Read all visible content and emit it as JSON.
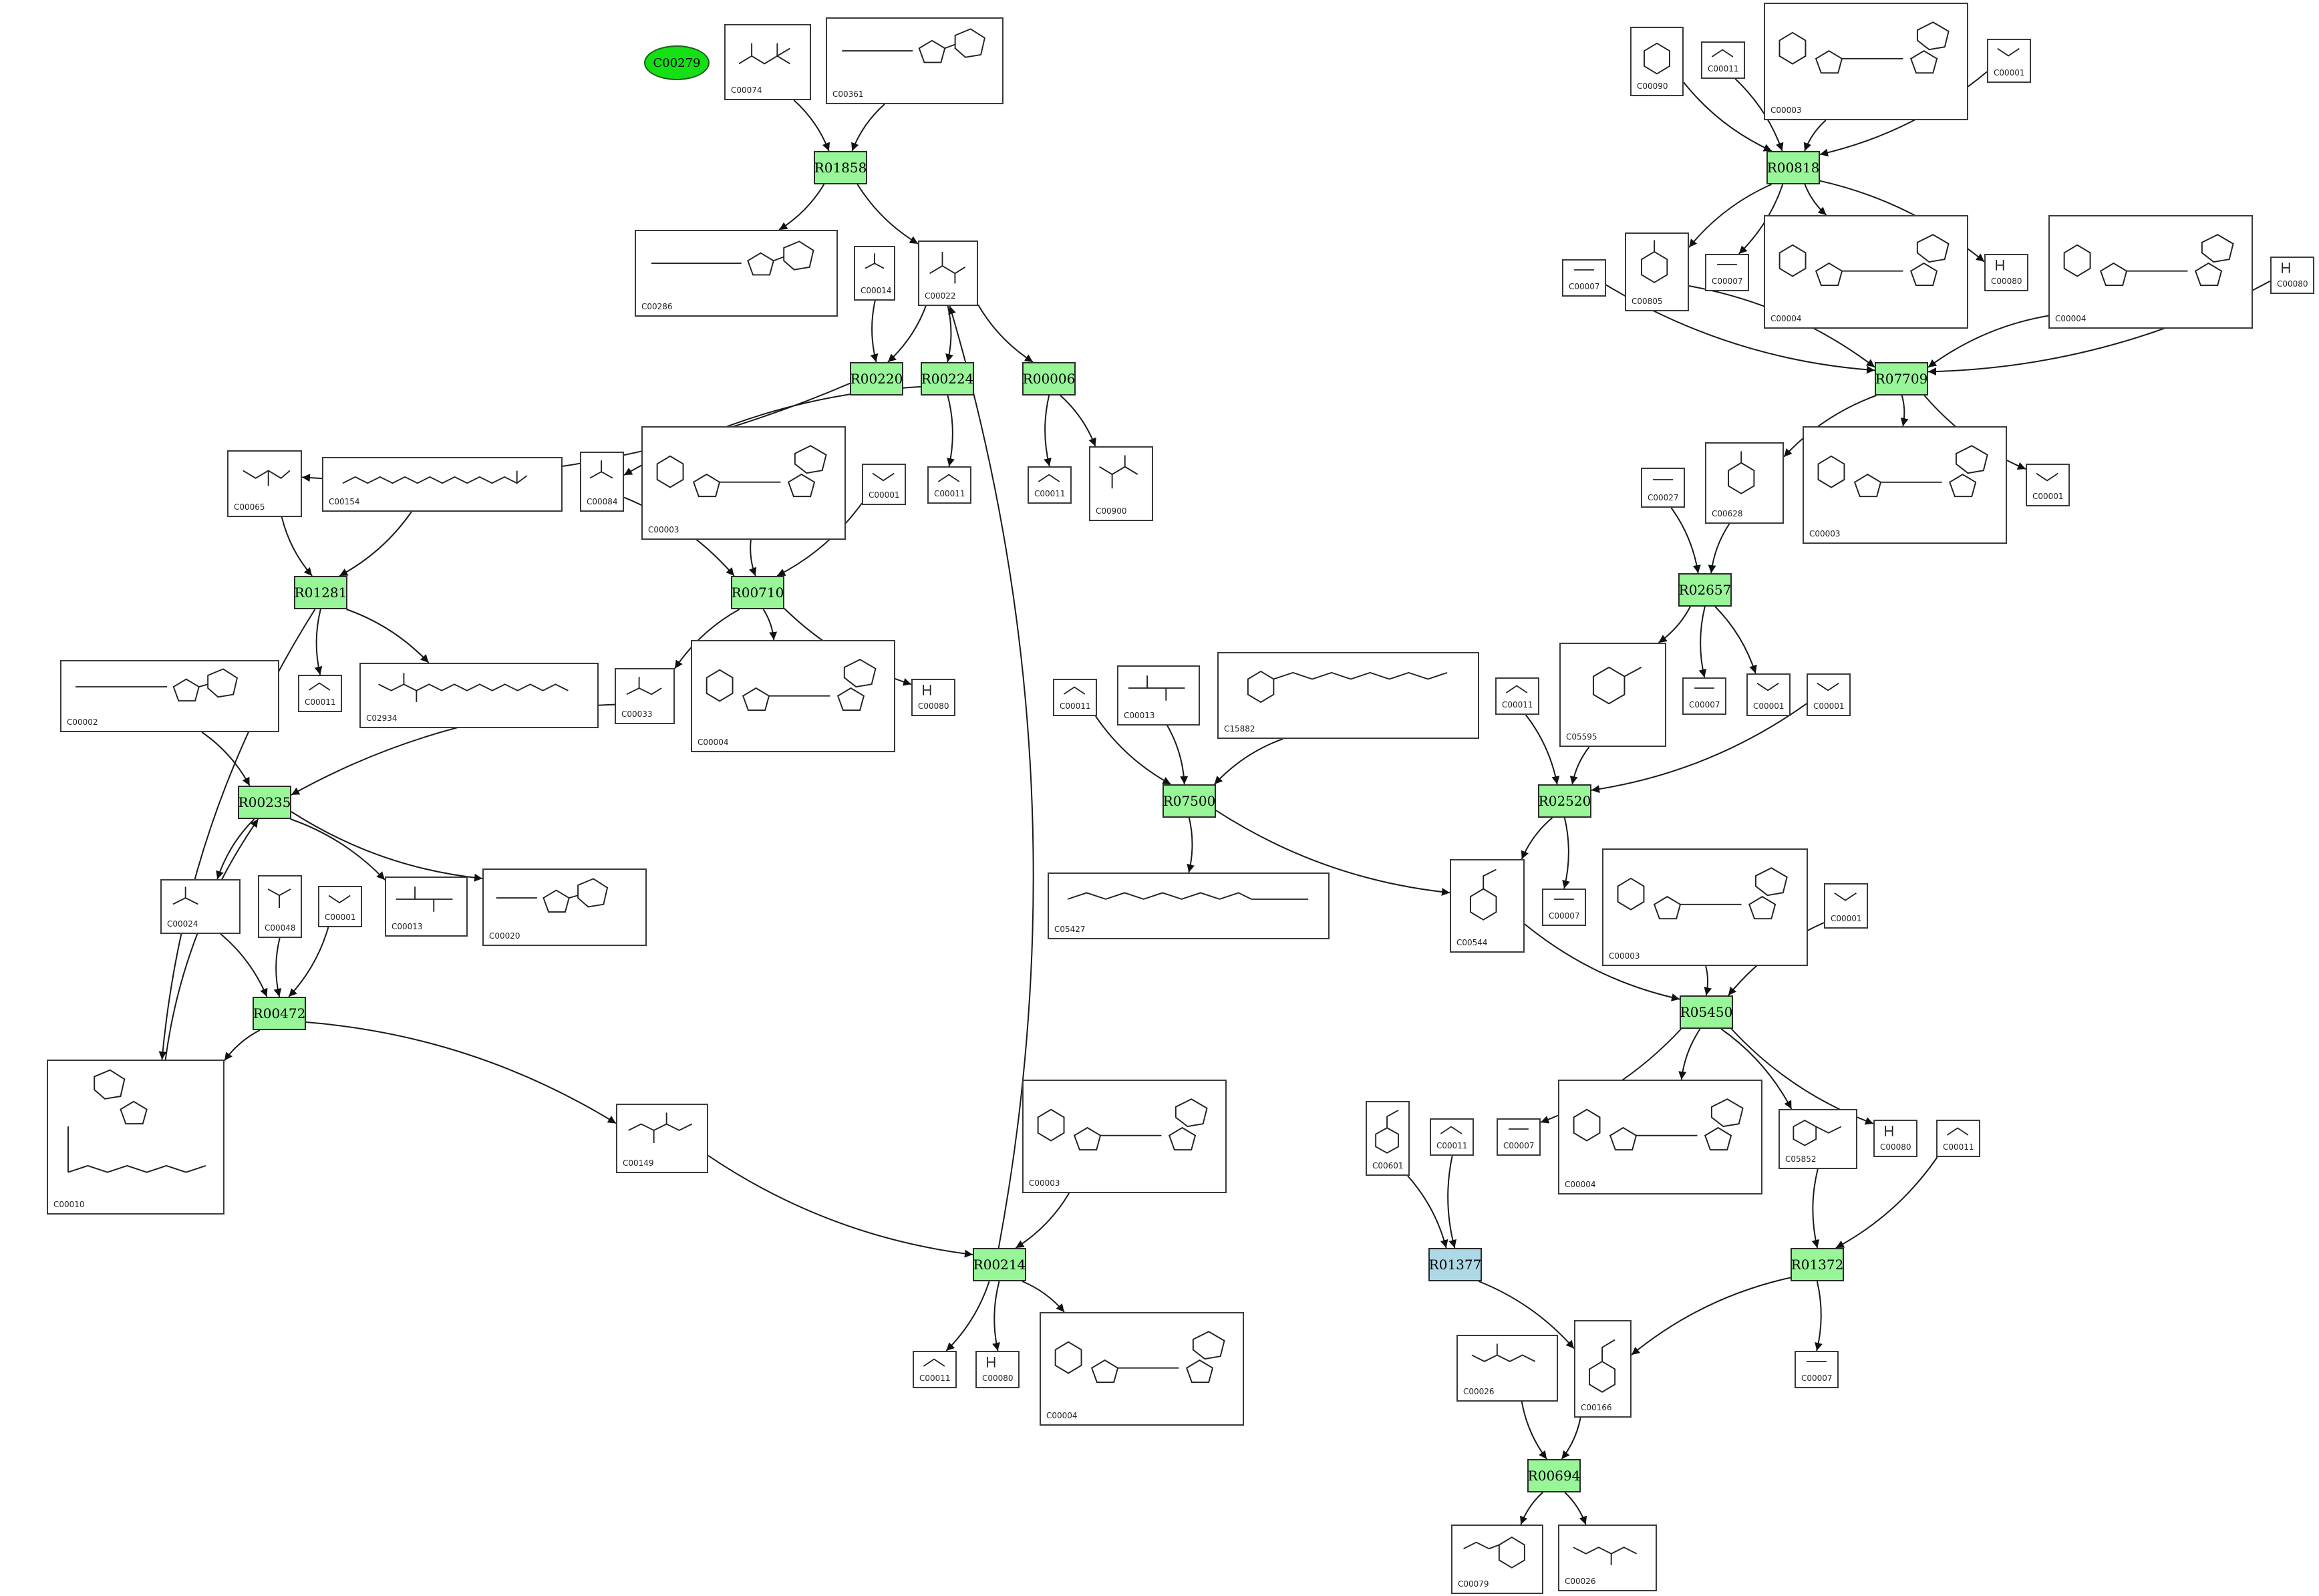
{
  "origin": "C00279",
  "reactions": [
    {
      "id": "R01858",
      "color": "green"
    },
    {
      "id": "R00220",
      "color": "green"
    },
    {
      "id": "R00224",
      "color": "green"
    },
    {
      "id": "R00006",
      "color": "green"
    },
    {
      "id": "R01281",
      "color": "green"
    },
    {
      "id": "R00710",
      "color": "green"
    },
    {
      "id": "R00235",
      "color": "green"
    },
    {
      "id": "R00472",
      "color": "green"
    },
    {
      "id": "R00214",
      "color": "green"
    },
    {
      "id": "R00818",
      "color": "green"
    },
    {
      "id": "R07709",
      "color": "green"
    },
    {
      "id": "R02657",
      "color": "green"
    },
    {
      "id": "R07500",
      "color": "green"
    },
    {
      "id": "R02520",
      "color": "green"
    },
    {
      "id": "R05450",
      "color": "green"
    },
    {
      "id": "R01377",
      "color": "blue"
    },
    {
      "id": "R01372",
      "color": "green"
    },
    {
      "id": "R00694",
      "color": "green"
    }
  ],
  "compounds": [
    {
      "key": "c00074",
      "label": "C00074"
    },
    {
      "key": "c00361",
      "label": "C00361"
    },
    {
      "key": "c00286",
      "label": "C00286"
    },
    {
      "key": "c00014",
      "label": "C00014"
    },
    {
      "key": "c00022",
      "label": "C00022"
    },
    {
      "key": "c00065",
      "label": "C00065"
    },
    {
      "key": "c00154",
      "label": "C00154"
    },
    {
      "key": "c00084",
      "label": "C00084"
    },
    {
      "key": "c00003_a",
      "label": "C00003"
    },
    {
      "key": "c00001_a",
      "label": "C00001"
    },
    {
      "key": "c00011_a",
      "label": "C00011"
    },
    {
      "key": "c00011_b",
      "label": "C00011"
    },
    {
      "key": "c00900",
      "label": "C00900"
    },
    {
      "key": "c00002",
      "label": "C00002"
    },
    {
      "key": "c00011_c",
      "label": "C00011"
    },
    {
      "key": "c02934",
      "label": "C02934"
    },
    {
      "key": "c00033",
      "label": "C00033"
    },
    {
      "key": "c00004_a",
      "label": "C00004"
    },
    {
      "key": "c00080_a",
      "label": "C00080"
    },
    {
      "key": "c00024",
      "label": "C00024"
    },
    {
      "key": "c00048",
      "label": "C00048"
    },
    {
      "key": "c00001_b",
      "label": "C00001"
    },
    {
      "key": "c00013_a",
      "label": "C00013"
    },
    {
      "key": "c00020",
      "label": "C00020"
    },
    {
      "key": "c00010",
      "label": "C00010"
    },
    {
      "key": "c00149",
      "label": "C00149"
    },
    {
      "key": "c00003_b",
      "label": "C00003"
    },
    {
      "key": "c00011_d",
      "label": "C00011"
    },
    {
      "key": "c00080_b",
      "label": "C00080"
    },
    {
      "key": "c00004_b",
      "label": "C00004"
    },
    {
      "key": "c00090",
      "label": "C00090"
    },
    {
      "key": "c00011_e",
      "label": "C00011"
    },
    {
      "key": "c00003_c",
      "label": "C00003"
    },
    {
      "key": "c00001_c",
      "label": "C00001"
    },
    {
      "key": "c00007_a",
      "label": "C00007"
    },
    {
      "key": "c00805",
      "label": "C00805"
    },
    {
      "key": "c00007_b",
      "label": "C00007"
    },
    {
      "key": "c00004_c",
      "label": "C00004"
    },
    {
      "key": "c00080_c",
      "label": "C00080"
    },
    {
      "key": "c00004_d",
      "label": "C00004"
    },
    {
      "key": "c00080_d",
      "label": "C00080"
    },
    {
      "key": "c00027",
      "label": "C00027"
    },
    {
      "key": "c00628",
      "label": "C00628"
    },
    {
      "key": "c00003_d",
      "label": "C00003"
    },
    {
      "key": "c00001_d",
      "label": "C00001"
    },
    {
      "key": "c00011_f",
      "label": "C00011"
    },
    {
      "key": "c00013_b",
      "label": "C00013"
    },
    {
      "key": "c15882",
      "label": "C15882"
    },
    {
      "key": "c05595",
      "label": "C05595"
    },
    {
      "key": "c00007_c",
      "label": "C00007"
    },
    {
      "key": "c00001_e",
      "label": "C00001"
    },
    {
      "key": "c00011_g",
      "label": "C00011"
    },
    {
      "key": "c00001_f",
      "label": "C00001"
    },
    {
      "key": "c05427",
      "label": "C05427"
    },
    {
      "key": "c00544",
      "label": "C00544"
    },
    {
      "key": "c00007_d",
      "label": "C00007"
    },
    {
      "key": "c00003_e",
      "label": "C00003"
    },
    {
      "key": "c00001_g",
      "label": "C00001"
    },
    {
      "key": "c00601",
      "label": "C00601"
    },
    {
      "key": "c00011_h",
      "label": "C00011"
    },
    {
      "key": "c00007_e",
      "label": "C00007"
    },
    {
      "key": "c00004_e",
      "label": "C00004"
    },
    {
      "key": "c05852",
      "label": "C05852"
    },
    {
      "key": "c00080_e",
      "label": "C00080"
    },
    {
      "key": "c00011_i",
      "label": "C00011"
    },
    {
      "key": "c00026",
      "label": "C00026"
    },
    {
      "key": "c00166",
      "label": "C00166"
    },
    {
      "key": "c00007_f",
      "label": "C00007"
    },
    {
      "key": "c00079",
      "label": "C00079"
    },
    {
      "key": "c00026_b",
      "label": "C00026"
    }
  ],
  "edges": [
    [
      "c00074",
      "R01858"
    ],
    [
      "c00361",
      "R01858"
    ],
    [
      "R01858",
      "c00286"
    ],
    [
      "R01858",
      "c00022"
    ],
    [
      "c00022",
      "R00220"
    ],
    [
      "c00014",
      "R00220"
    ],
    [
      "c00022",
      "R00224"
    ],
    [
      "c00022",
      "R00006"
    ],
    [
      "R00220",
      "c00065"
    ],
    [
      "R00224",
      "c00084"
    ],
    [
      "R00224",
      "c00011_a"
    ],
    [
      "R00006",
      "c00011_b"
    ],
    [
      "R00006",
      "c00900"
    ],
    [
      "c00065",
      "R01281"
    ],
    [
      "c00154",
      "R01281"
    ],
    [
      "R01281",
      "c00011_c"
    ],
    [
      "R01281",
      "c02934"
    ],
    [
      "R01281",
      "c00010"
    ],
    [
      "c00084",
      "R00710"
    ],
    [
      "c00003_a",
      "R00710"
    ],
    [
      "c00001_a",
      "R00710"
    ],
    [
      "R00710",
      "c00033"
    ],
    [
      "R00710",
      "c00004_a"
    ],
    [
      "R00710",
      "c00080_a"
    ],
    [
      "c00002",
      "R00235"
    ],
    [
      "c00033",
      "R00235"
    ],
    [
      "c00010",
      "R00235"
    ],
    [
      "R00235",
      "c00024"
    ],
    [
      "R00235",
      "c00013_a"
    ],
    [
      "R00235",
      "c00020"
    ],
    [
      "c00024",
      "R00472"
    ],
    [
      "c00048",
      "R00472"
    ],
    [
      "c00001_b",
      "R00472"
    ],
    [
      "R00472",
      "c00010"
    ],
    [
      "R00472",
      "c00149"
    ],
    [
      "c00149",
      "R00214"
    ],
    [
      "c00003_b",
      "R00214"
    ],
    [
      "R00214",
      "c00022"
    ],
    [
      "R00214",
      "c00011_d"
    ],
    [
      "R00214",
      "c00080_b"
    ],
    [
      "R00214",
      "c00004_b"
    ],
    [
      "c00090",
      "R00818"
    ],
    [
      "c00011_e",
      "R00818"
    ],
    [
      "c00003_c",
      "R00818"
    ],
    [
      "c00001_c",
      "R00818"
    ],
    [
      "R00818",
      "c00805"
    ],
    [
      "R00818",
      "c00007_b"
    ],
    [
      "R00818",
      "c00004_c"
    ],
    [
      "R00818",
      "c00080_c"
    ],
    [
      "c00007_a",
      "R07709"
    ],
    [
      "c00805",
      "R07709"
    ],
    [
      "c00004_d",
      "R07709"
    ],
    [
      "c00080_d",
      "R07709"
    ],
    [
      "R07709",
      "c00628"
    ],
    [
      "R07709",
      "c00003_d"
    ],
    [
      "R07709",
      "c00001_d"
    ],
    [
      "c00027",
      "R02657"
    ],
    [
      "c00628",
      "R02657"
    ],
    [
      "R02657",
      "c05595"
    ],
    [
      "R02657",
      "c00007_c"
    ],
    [
      "R02657",
      "c00001_e"
    ],
    [
      "c00011_f",
      "R07500"
    ],
    [
      "c00013_b",
      "R07500"
    ],
    [
      "c15882",
      "R07500"
    ],
    [
      "R07500",
      "c05427"
    ],
    [
      "R07500",
      "c00544"
    ],
    [
      "c00011_g",
      "R02520"
    ],
    [
      "c05595",
      "R02520"
    ],
    [
      "c00001_f",
      "R02520"
    ],
    [
      "R02520",
      "c00544"
    ],
    [
      "R02520",
      "c00007_d"
    ],
    [
      "c00544",
      "R05450"
    ],
    [
      "c00003_e",
      "R05450"
    ],
    [
      "c00001_g",
      "R05450"
    ],
    [
      "R05450",
      "c00007_e"
    ],
    [
      "R05450",
      "c00004_e"
    ],
    [
      "R05450",
      "c05852"
    ],
    [
      "R05450",
      "c00080_e"
    ],
    [
      "c00601",
      "R01377"
    ],
    [
      "c00011_h",
      "R01377"
    ],
    [
      "R01377",
      "c00166"
    ],
    [
      "c05852",
      "R01372"
    ],
    [
      "c00011_i",
      "R01372"
    ],
    [
      "R01372",
      "c00166"
    ],
    [
      "R01372",
      "c00007_f"
    ],
    [
      "c00026",
      "R00694"
    ],
    [
      "c00166",
      "R00694"
    ],
    [
      "R00694",
      "c00079"
    ],
    [
      "R00694",
      "c00026_b"
    ]
  ]
}
